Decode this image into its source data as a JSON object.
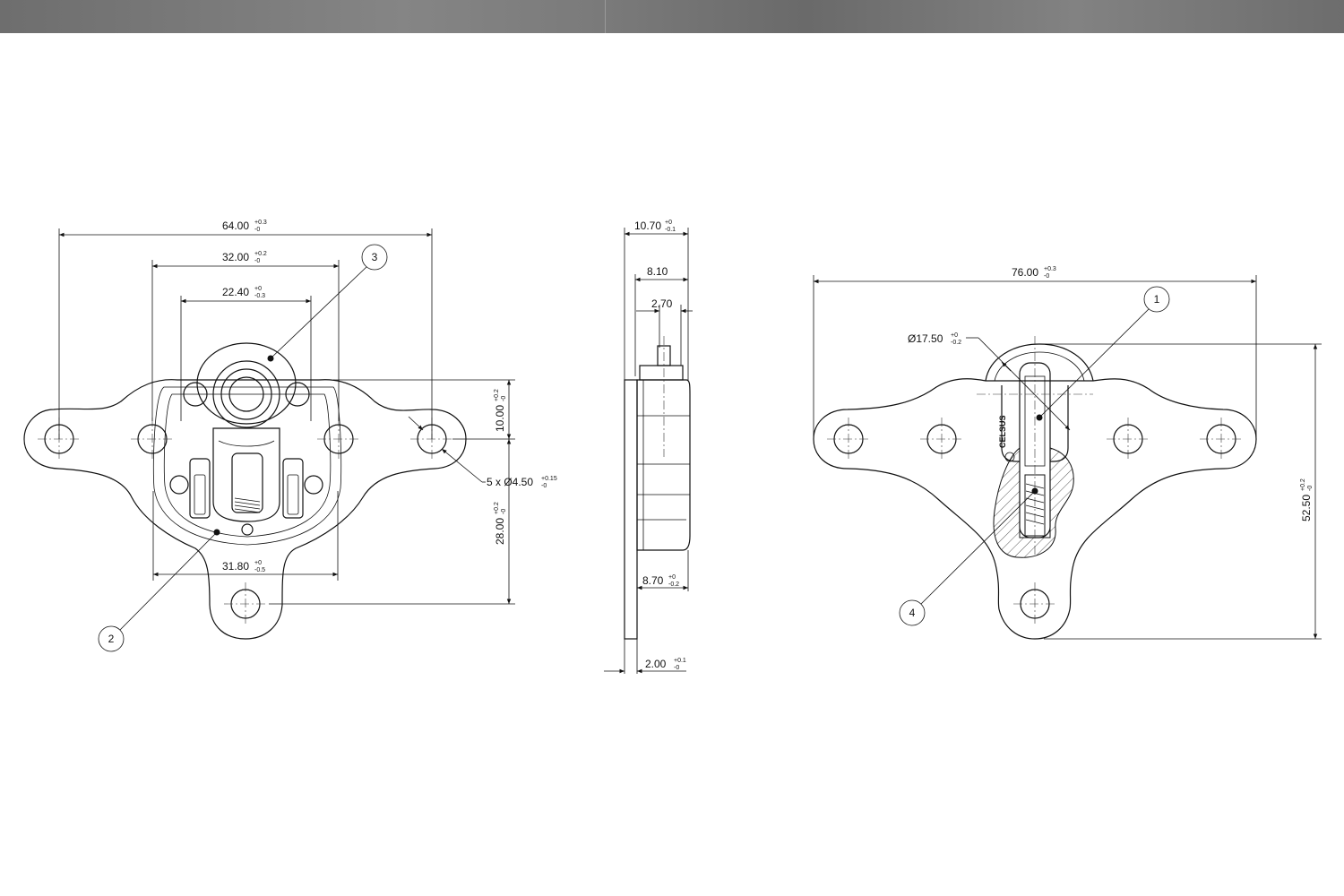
{
  "dimensions": {
    "front_overall_width": {
      "value": "64.00",
      "tol_upper": "+0.3",
      "tol_lower": "-0"
    },
    "front_hole_span": {
      "value": "32.00",
      "tol_upper": "+0.2",
      "tol_lower": "-0"
    },
    "front_inner_width": {
      "value": "22.40",
      "tol_upper": "+0",
      "tol_lower": "-0.3"
    },
    "front_body_width": {
      "value": "31.80",
      "tol_upper": "+0",
      "tol_lower": "-0.5"
    },
    "front_vertical_top": {
      "value": "10.00",
      "tol_upper": "+0.2",
      "tol_lower": "-0"
    },
    "front_vertical_bottom": {
      "value": "28.00",
      "tol_upper": "+0.2",
      "tol_lower": "-0"
    },
    "hole_callout": {
      "value": "5 x Ø4.50",
      "tol_upper": "+0.15",
      "tol_lower": "-0"
    },
    "side_total_depth": {
      "value": "10.70",
      "tol_upper": "+0",
      "tol_lower": "-0.1"
    },
    "side_depth_2": {
      "value": "8.10"
    },
    "side_depth_3": {
      "value": "2.70"
    },
    "side_body_depth": {
      "value": "8.70",
      "tol_upper": "+0",
      "tol_lower": "-0.2"
    },
    "side_plate_thickness": {
      "value": "2.00",
      "tol_upper": "+0.1",
      "tol_lower": "-0"
    },
    "rear_overall_width": {
      "value": "76.00",
      "tol_upper": "+0.3",
      "tol_lower": "-0"
    },
    "rear_diameter": {
      "value": "Ø17.50",
      "tol_upper": "+0",
      "tol_lower": "-0.2"
    },
    "rear_height": {
      "value": "52.50",
      "tol_upper": "+0.2",
      "tol_lower": "-0"
    }
  },
  "balloons": [
    "1",
    "2",
    "3",
    "4"
  ],
  "brand_mark": "CELSUS",
  "colors": {
    "line": "#111111",
    "topbar": "#777777",
    "background": "#ffffff"
  }
}
